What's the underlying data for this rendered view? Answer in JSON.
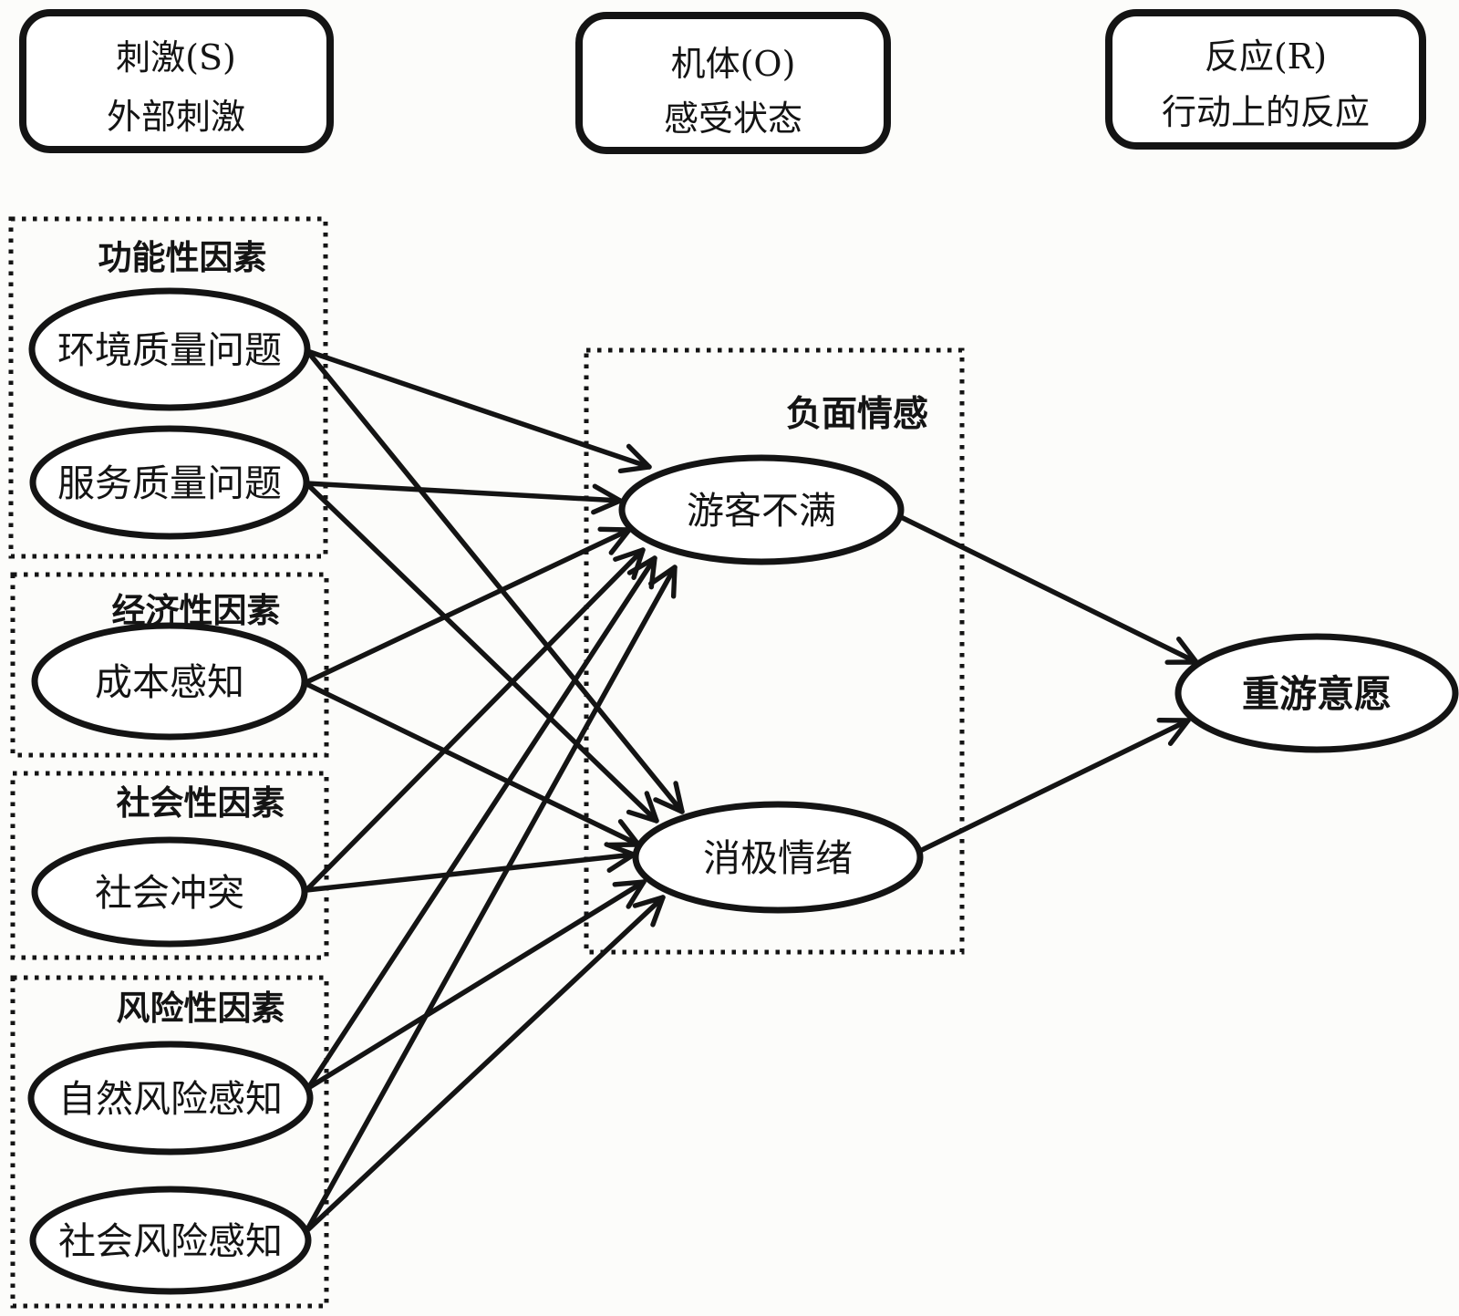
{
  "columns": {
    "stimulus": {
      "title": "刺激(S)",
      "subtitle": "外部刺激"
    },
    "organism": {
      "title": "机体(O)",
      "subtitle": "感受状态"
    },
    "response": {
      "title": "反应(R)",
      "subtitle": "行动上的反应"
    }
  },
  "groups": {
    "functional": {
      "label": "功能性因素",
      "nodes": {
        "env_quality": "环境质量问题",
        "service_quality": "服务质量问题"
      }
    },
    "economic": {
      "label": "经济性因素",
      "nodes": {
        "cost_perception": "成本感知"
      }
    },
    "social": {
      "label": "社会性因素",
      "nodes": {
        "social_conflict": "社会冲突"
      }
    },
    "risk": {
      "label": "风险性因素",
      "nodes": {
        "natural_risk": "自然风险感知",
        "social_risk": "社会风险感知"
      }
    }
  },
  "organism_box": {
    "label": "负面情感",
    "nodes": {
      "dissatisfaction": "游客不满",
      "negative_emotion": "消极情绪"
    }
  },
  "response_node": {
    "label": "重游意愿"
  },
  "colors": {
    "ink": "#141414",
    "background": "#fcfcfa"
  },
  "edges": [
    {
      "from": "环境质量问题",
      "to": "游客不满"
    },
    {
      "from": "环境质量问题",
      "to": "消极情绪"
    },
    {
      "from": "服务质量问题",
      "to": "游客不满"
    },
    {
      "from": "服务质量问题",
      "to": "消极情绪"
    },
    {
      "from": "成本感知",
      "to": "游客不满"
    },
    {
      "from": "成本感知",
      "to": "消极情绪"
    },
    {
      "from": "社会冲突",
      "to": "游客不满"
    },
    {
      "from": "社会冲突",
      "to": "消极情绪"
    },
    {
      "from": "自然风险感知",
      "to": "游客不满"
    },
    {
      "from": "自然风险感知",
      "to": "消极情绪"
    },
    {
      "from": "社会风险感知",
      "to": "游客不满"
    },
    {
      "from": "社会风险感知",
      "to": "消极情绪"
    },
    {
      "from": "游客不满",
      "to": "重游意愿"
    },
    {
      "from": "消极情绪",
      "to": "重游意愿"
    }
  ]
}
